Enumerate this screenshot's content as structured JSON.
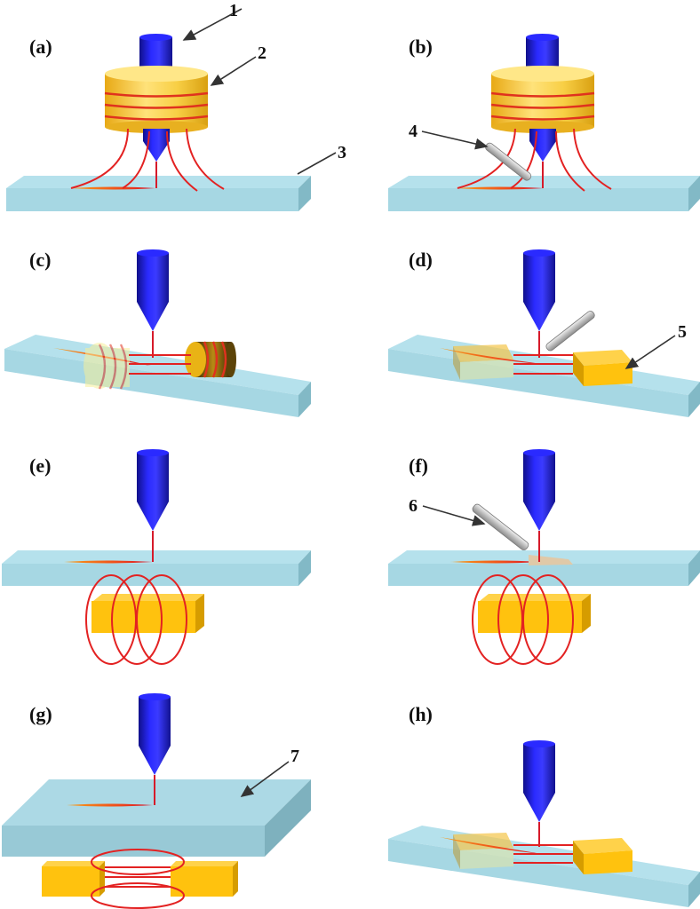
{
  "figure": {
    "colors": {
      "nozzle": "#1a1ad6",
      "coil_body": "#f5c330",
      "magnet": "#ffc20e",
      "substrate_top": "#aedde9",
      "substrate_front": "#9ccfdc",
      "substrate_side": "#7fb6c3",
      "field_line": "#e32222",
      "wire_feeder": "#bfbfbf"
    },
    "panels": [
      {
        "id": "a",
        "label": "(a)",
        "description": "Coaxial ring coil around nozzle, axial magnetic field onto substrate"
      },
      {
        "id": "b",
        "label": "(b)",
        "description": "Coaxial ring coil with wire feeder"
      },
      {
        "id": "c",
        "label": "(c)",
        "description": "Lateral solenoid coils producing horizontal field across melt pool"
      },
      {
        "id": "d",
        "label": "(d)",
        "description": "Pair of permanent magnets with wire feeder, horizontal field"
      },
      {
        "id": "e",
        "label": "(e)",
        "description": "Magnet beneath substrate with looping field lines"
      },
      {
        "id": "f",
        "label": "(f)",
        "description": "Magnet beneath substrate with powder/wire nozzle"
      },
      {
        "id": "g",
        "label": "(g)",
        "description": "Magnet pair below thick substrate with horizontal field"
      },
      {
        "id": "h",
        "label": "(h)",
        "description": "Pair of permanent magnets on substrate, horizontal field"
      }
    ],
    "callouts": [
      {
        "number": "1",
        "target": "laser nozzle"
      },
      {
        "number": "2",
        "target": "coil"
      },
      {
        "number": "3",
        "target": "substrate"
      },
      {
        "number": "4",
        "target": "wire feeder"
      },
      {
        "number": "5",
        "target": "permanent magnet"
      },
      {
        "number": "6",
        "target": "feed nozzle"
      },
      {
        "number": "7",
        "target": "thick substrate"
      }
    ]
  }
}
